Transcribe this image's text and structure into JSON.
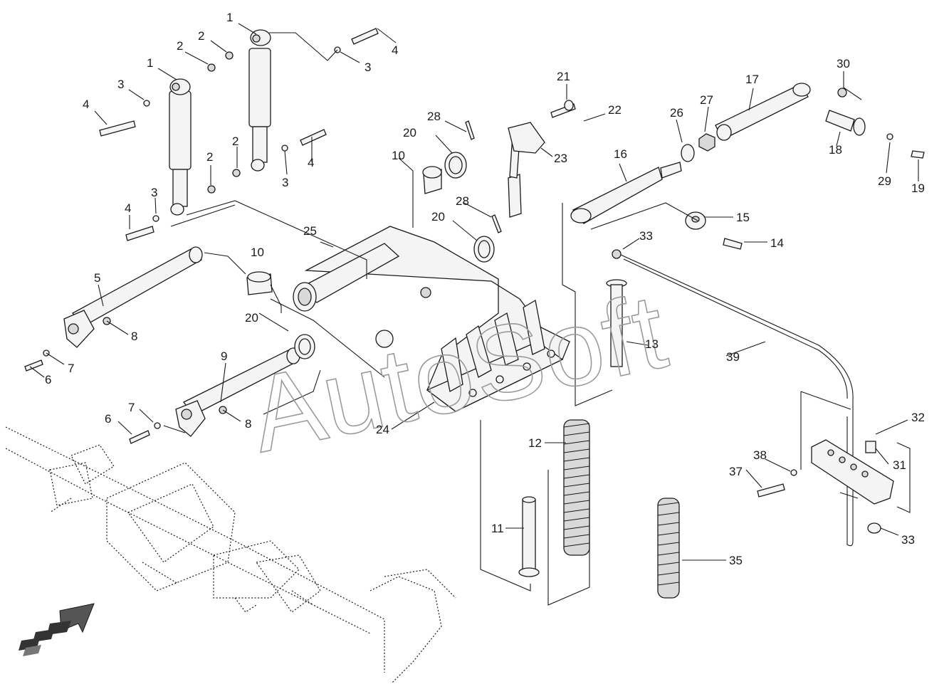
{
  "watermark": "AutoSoft",
  "callouts": {
    "c1a": "1",
    "c1b": "1",
    "c2a": "2",
    "c2b": "2",
    "c2c": "2",
    "c2d": "2",
    "c3a": "3",
    "c3b": "3",
    "c3c": "3",
    "c3d": "3",
    "c4a": "4",
    "c4b": "4",
    "c4c": "4",
    "c4d": "4",
    "c5": "5",
    "c6a": "6",
    "c6b": "6",
    "c7a": "7",
    "c7b": "7",
    "c8a": "8",
    "c8b": "8",
    "c9": "9",
    "c10a": "10",
    "c10b": "10",
    "c11": "11",
    "c12": "12",
    "c13": "13",
    "c14": "14",
    "c15": "15",
    "c16": "16",
    "c17": "17",
    "c18": "18",
    "c19": "19",
    "c20a": "20",
    "c20b": "20",
    "c20c": "20",
    "c21": "21",
    "c22": "22",
    "c23": "23",
    "c24": "24",
    "c25": "25",
    "c26": "26",
    "c27": "27",
    "c28a": "28",
    "c28b": "28",
    "c29": "29",
    "c30": "30",
    "c31": "31",
    "c32": "32",
    "c33a": "33",
    "c33b": "33",
    "c35": "35",
    "c37": "37",
    "c38": "38",
    "c39": "39"
  }
}
